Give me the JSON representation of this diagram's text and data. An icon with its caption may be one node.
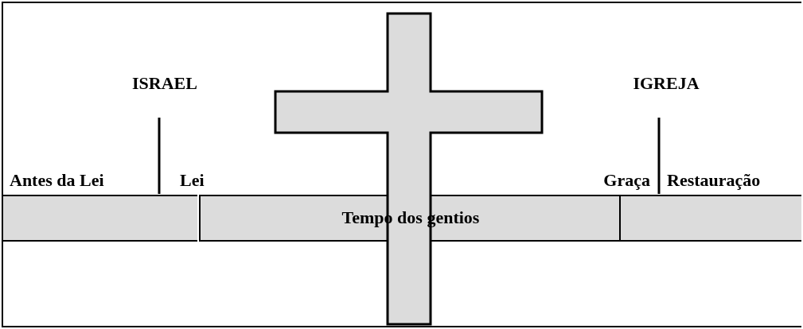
{
  "diagram": {
    "nodes": [
      {
        "text": [],
        "shape": "bar"
      },
      {
        "text": [
          "Tempo dos gentios"
        ]
      },
      {
        "text": [],
        "shape": "bar"
      }
    ],
    "labels": [
      "ISRAEL",
      "IGREJA",
      "Antes da Lei",
      "Lei",
      "Graça",
      "Restauração"
    ]
  }
}
